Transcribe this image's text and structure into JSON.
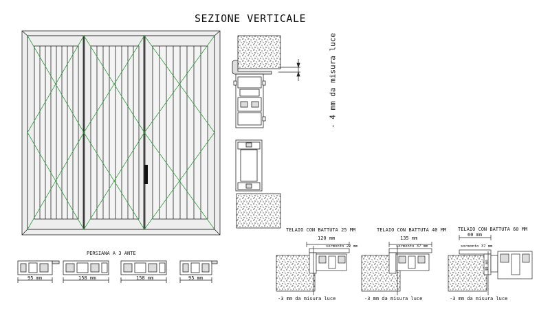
{
  "drawing": {
    "title": "SEZIONE VERTICALE",
    "vertical_note": "- 4 mm da misura luce",
    "shutter_caption": "PERSIANA A 3 ANTE",
    "profile_widths": [
      "95 mm",
      "158 mm",
      "158 mm",
      "95 mm"
    ],
    "frames": [
      {
        "title": "TELAIO CON BATTUTA 25 MM",
        "width": "120 mm",
        "overlap": "sormonto 22 mm",
        "note": "-3 mm da misura luce"
      },
      {
        "title": "TELAIO CON BATTUTA 40 MM",
        "width": "135 mm",
        "overlap": "sormonto 37 mm",
        "note": "-3 mm da misura luce"
      },
      {
        "title": "TELAIO CON BATTUTA 60 MM",
        "width": "60 mm",
        "overlap": "sormonto 37 mm",
        "side": "40 mm",
        "note": "-3 mm da misura luce"
      }
    ],
    "colors": {
      "panel_fill": "#eeeeee",
      "brace": "#2e9a3a",
      "line": "#222222"
    }
  }
}
